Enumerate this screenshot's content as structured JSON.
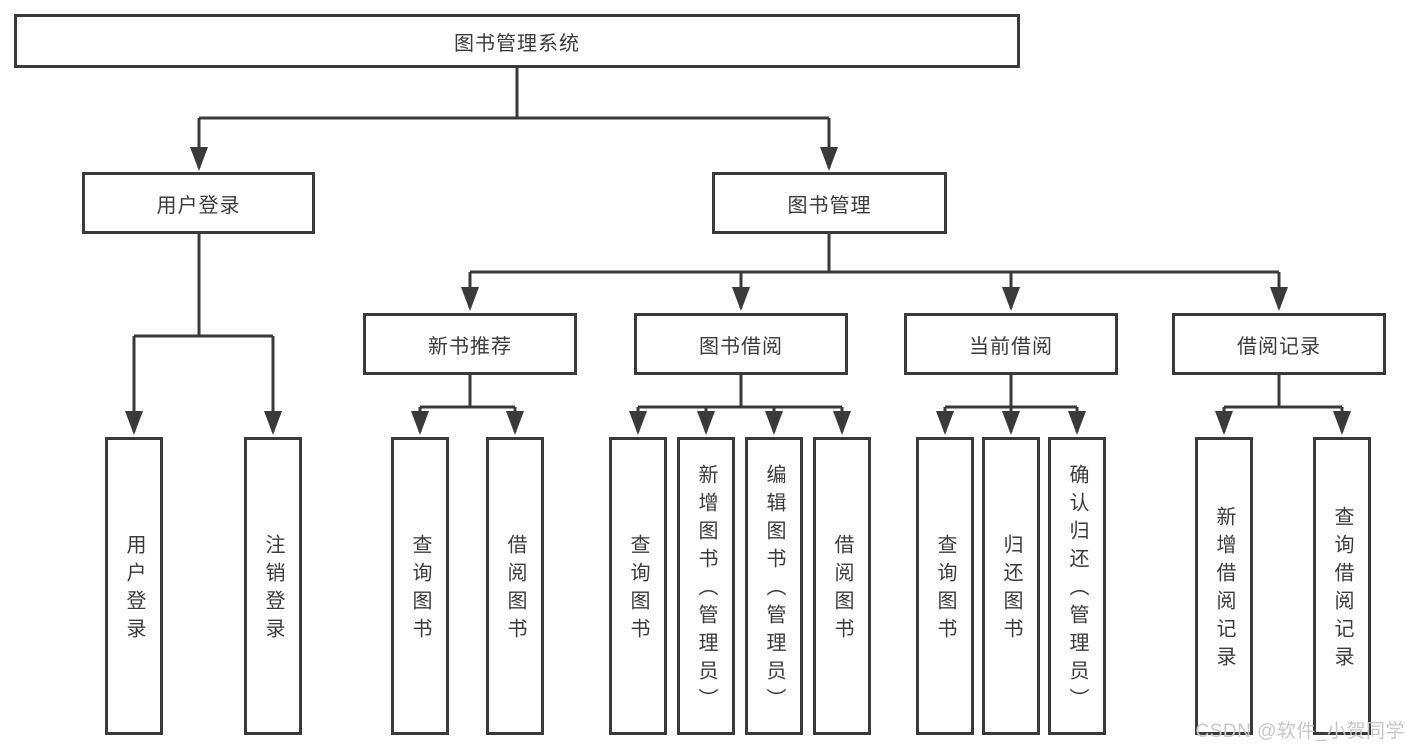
{
  "diagram": {
    "title": "图书管理系统",
    "root": {
      "label": "图书管理系统"
    },
    "branches": [
      {
        "label": "用户登录",
        "children": [
          {
            "label": "用户登录"
          },
          {
            "label": "注销登录"
          }
        ]
      },
      {
        "label": "图书管理",
        "children": [
          {
            "label": "新书推荐",
            "children": [
              {
                "label": "查询图书"
              },
              {
                "label": "借阅图书"
              }
            ]
          },
          {
            "label": "图书借阅",
            "children": [
              {
                "label": "查询图书"
              },
              {
                "label": "新增图书（管理员）"
              },
              {
                "label": "编辑图书（管理员）"
              },
              {
                "label": "借阅图书"
              }
            ]
          },
          {
            "label": "当前借阅",
            "children": [
              {
                "label": "查询图书"
              },
              {
                "label": "归还图书"
              },
              {
                "label": "确认归还（管理员）"
              }
            ]
          },
          {
            "label": "借阅记录",
            "children": [
              {
                "label": "新增借阅记录"
              },
              {
                "label": "查询借阅记录"
              }
            ]
          }
        ]
      }
    ]
  },
  "watermark": {
    "text": "CSDN @软件_小贺同学"
  },
  "colors": {
    "line": "#3a3a3a",
    "box_border": "#3a3a3a",
    "text": "#3b3b3b",
    "watermark": "#c7c7c7",
    "background": "#ffffff"
  }
}
